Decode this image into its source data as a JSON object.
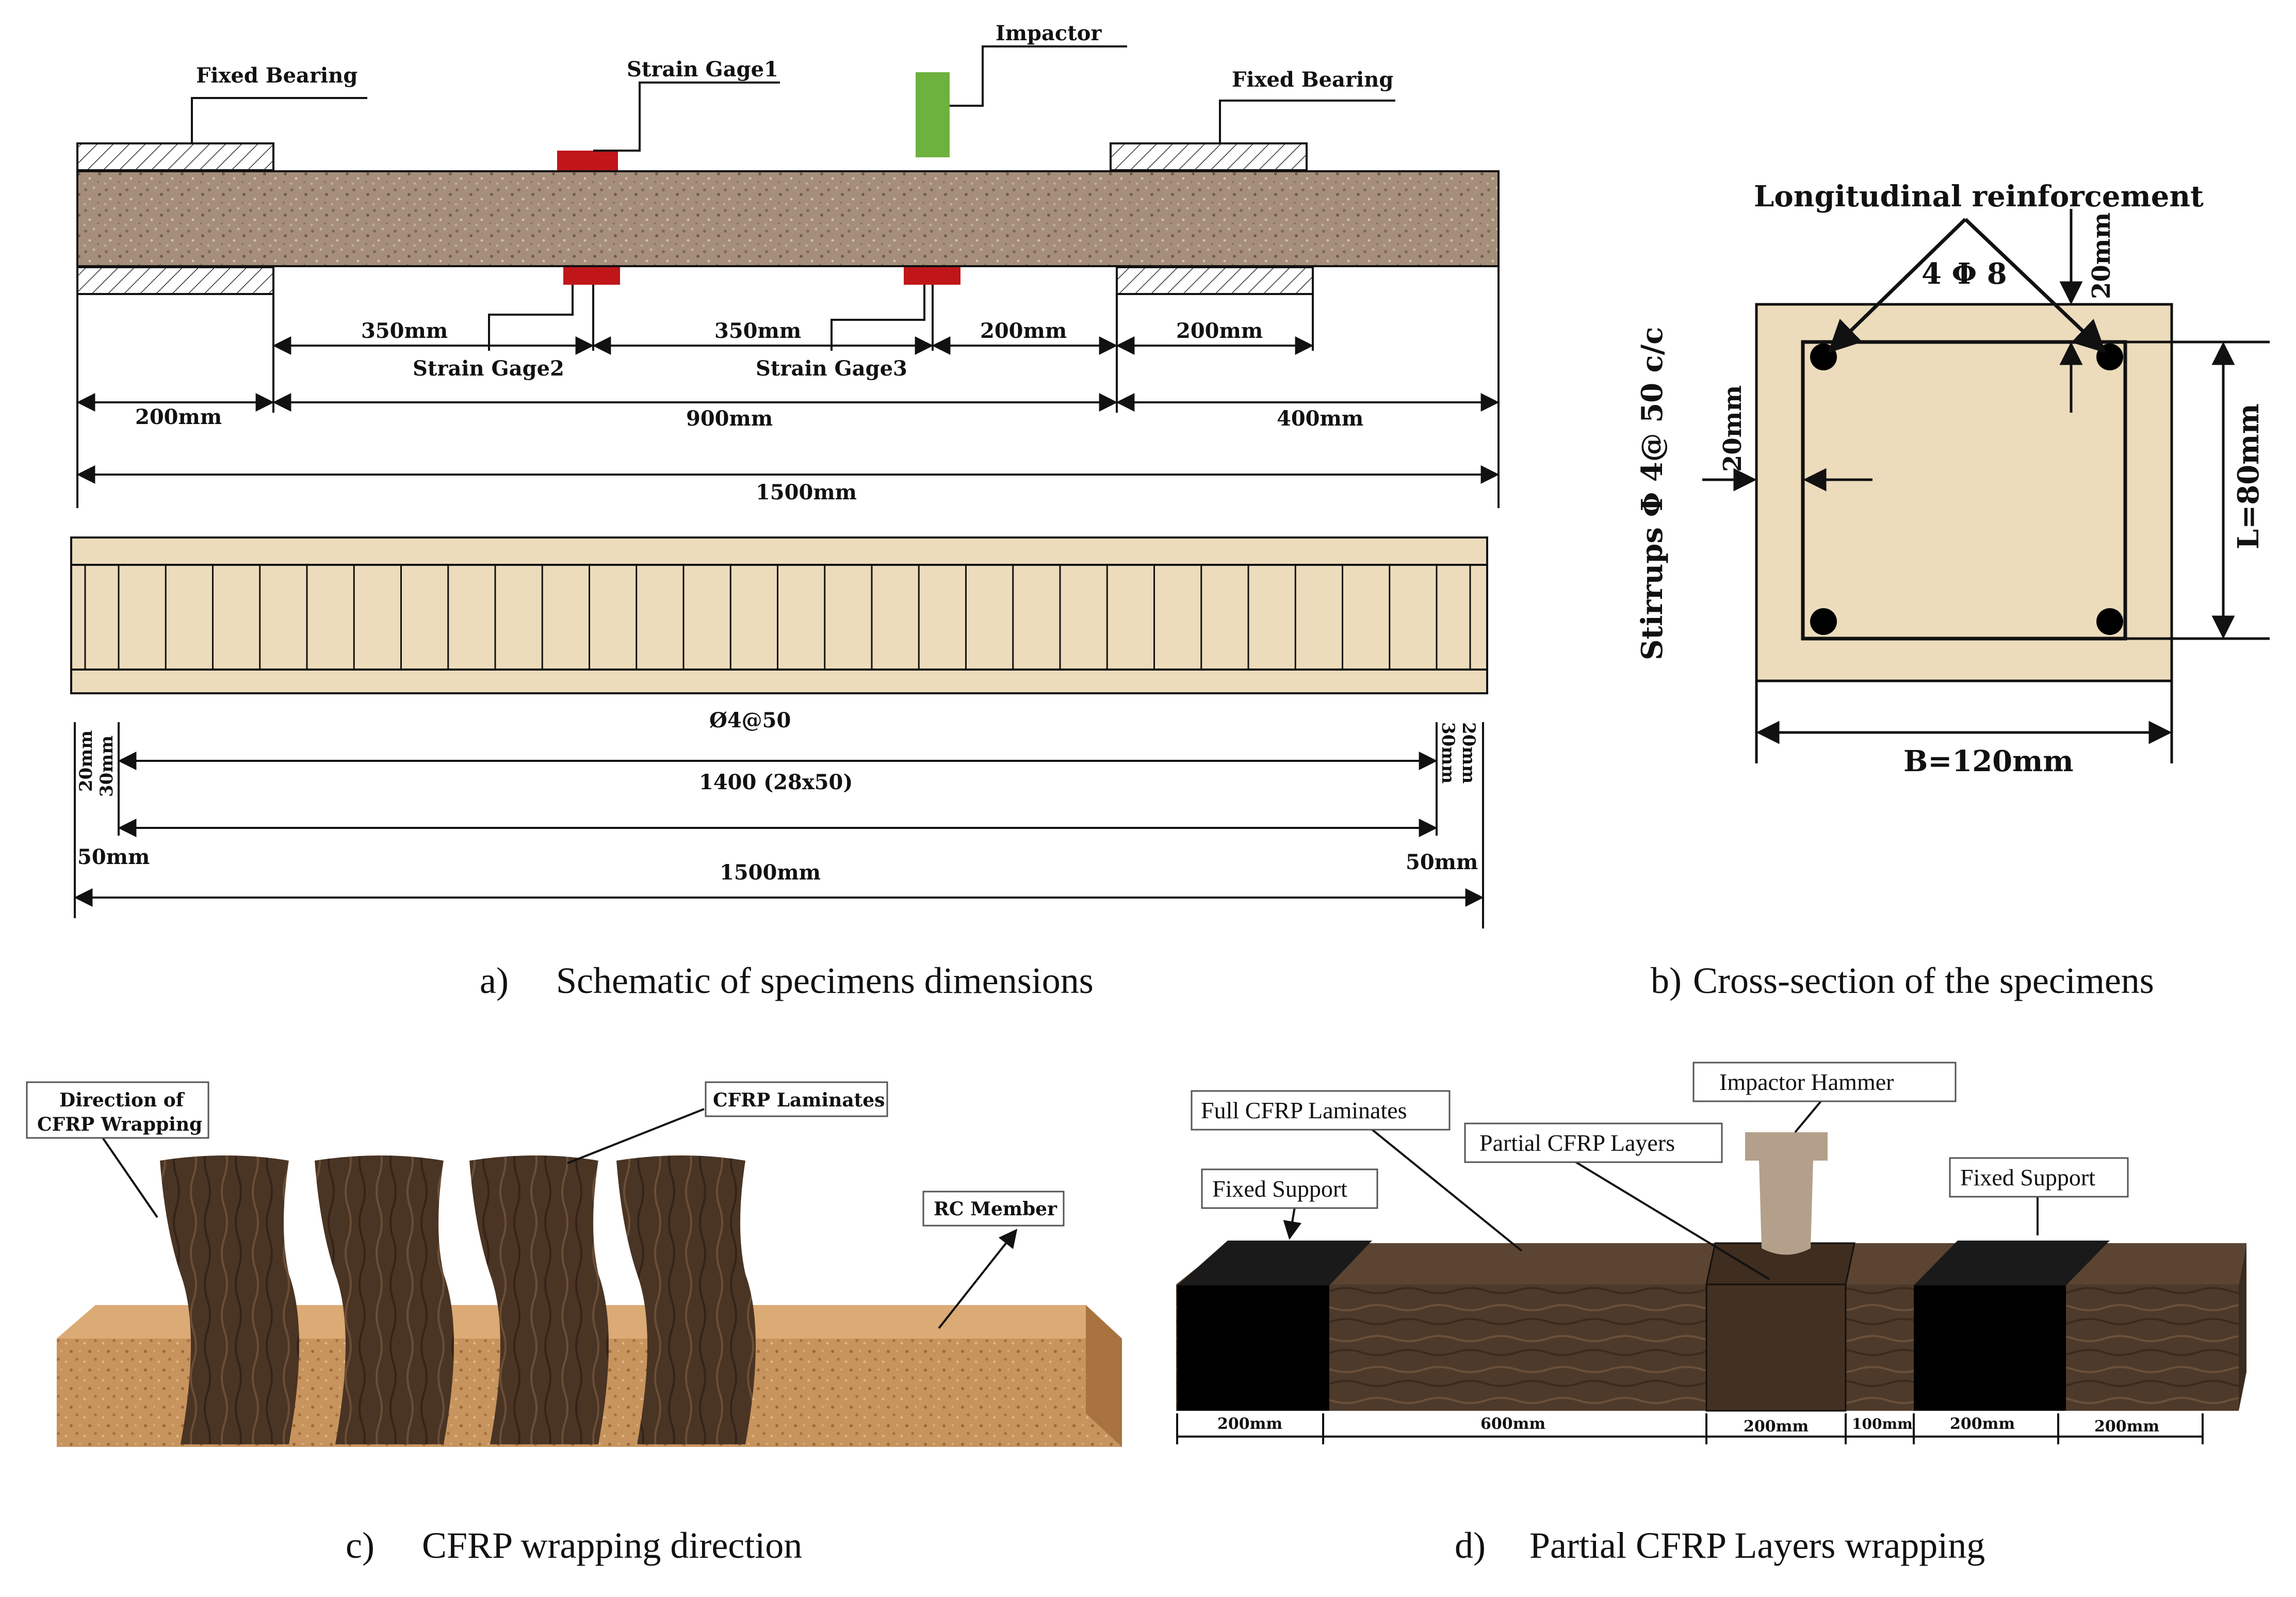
{
  "panel_a": {
    "labels": {
      "fixed_bearing_left": "Fixed Bearing",
      "strain_gage1": "Strain Gage1",
      "impactor": "Impactor",
      "fixed_bearing_right": "Fixed Bearing",
      "strain_gage2": "Strain Gage2",
      "strain_gage3": "Strain Gage3"
    },
    "dims_upper": {
      "d350_left": "350mm",
      "d350_mid": "350mm",
      "d200_mid": "200mm",
      "d200_right": "200mm",
      "d200_left_span": "200mm",
      "d900": "900mm",
      "d400": "400mm",
      "d1500": "1500mm"
    },
    "dims_lower": {
      "stirrup": "Ø4@50",
      "d1400": "1400 (28x50)",
      "d1500": "1500mm",
      "d50_left": "50mm",
      "d50_right": "50mm",
      "d20_left": "20mm",
      "d30_left": "30mm",
      "d20_right": "20mm",
      "d30_right": "30mm"
    },
    "caption_letter": "a)",
    "caption": "Schematic of specimens dimensions"
  },
  "panel_b": {
    "longitudinal": "Longitudinal reinforcement",
    "bars": "4 Φ 8",
    "cover_top": "20mm",
    "cover_side": "20mm",
    "stirrups": "Stirrups Φ 4@ 50 c/c",
    "height": "L=80mm",
    "width": "B=120mm",
    "caption_letter": "b)",
    "caption": "Cross-section of the specimens"
  },
  "panel_c": {
    "direction": "Direction of",
    "direction2": "CFRP Wrapping",
    "laminates": "CFRP Laminates",
    "member": "RC Member",
    "caption_letter": "c)",
    "caption": "CFRP wrapping direction"
  },
  "panel_d": {
    "full": "Full CFRP Laminates",
    "hammer": "Impactor Hammer",
    "partial": "Partial CFRP Layers",
    "support_left": "Fixed Support",
    "support_right": "Fixed Support",
    "dims": [
      "200mm",
      "600mm",
      "200mm",
      "100mm",
      "200mm",
      "200mm"
    ],
    "caption_letter": "d)",
    "caption": "Partial CFRP Layers wrapping"
  },
  "colors": {
    "concrete": "#a08a76",
    "sand": "#ecdcbc",
    "strain_gage": "#c0161a",
    "impactor": "#6db13f",
    "cfrp": "#4a3424",
    "beam_d": "#4e3a2a",
    "cork": "#c8945e"
  }
}
